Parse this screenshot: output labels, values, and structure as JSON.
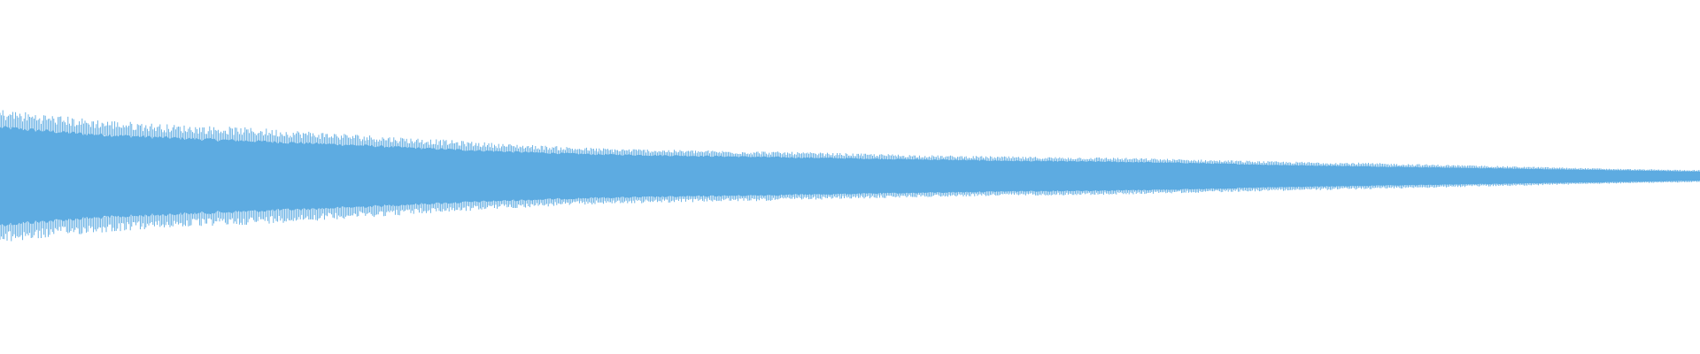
{
  "waveform": {
    "color": "#5dabe1",
    "background": "#ffffff",
    "amplitude_envelope": [
      {
        "t": 0.0,
        "peak": 1.0,
        "body": 0.74
      },
      {
        "t": 0.05,
        "peak": 0.86,
        "body": 0.64
      },
      {
        "t": 0.1,
        "peak": 0.77,
        "body": 0.58
      },
      {
        "t": 0.15,
        "peak": 0.72,
        "body": 0.53
      },
      {
        "t": 0.2,
        "peak": 0.64,
        "body": 0.48
      },
      {
        "t": 0.25,
        "peak": 0.56,
        "body": 0.42
      },
      {
        "t": 0.3,
        "peak": 0.48,
        "body": 0.37
      },
      {
        "t": 0.35,
        "peak": 0.42,
        "body": 0.33
      },
      {
        "t": 0.4,
        "peak": 0.39,
        "body": 0.31
      },
      {
        "t": 0.45,
        "peak": 0.37,
        "body": 0.29
      },
      {
        "t": 0.5,
        "peak": 0.34,
        "body": 0.27
      },
      {
        "t": 0.55,
        "peak": 0.31,
        "body": 0.25
      },
      {
        "t": 0.6,
        "peak": 0.29,
        "body": 0.23
      },
      {
        "t": 0.65,
        "peak": 0.28,
        "body": 0.22
      },
      {
        "t": 0.7,
        "peak": 0.25,
        "body": 0.2
      },
      {
        "t": 0.75,
        "peak": 0.22,
        "body": 0.17
      },
      {
        "t": 0.8,
        "peak": 0.2,
        "body": 0.15
      },
      {
        "t": 0.85,
        "peak": 0.17,
        "body": 0.13
      },
      {
        "t": 0.9,
        "peak": 0.14,
        "body": 0.11
      },
      {
        "t": 0.95,
        "peak": 0.11,
        "body": 0.09
      },
      {
        "t": 1.0,
        "peak": 0.09,
        "body": 0.07
      }
    ]
  }
}
